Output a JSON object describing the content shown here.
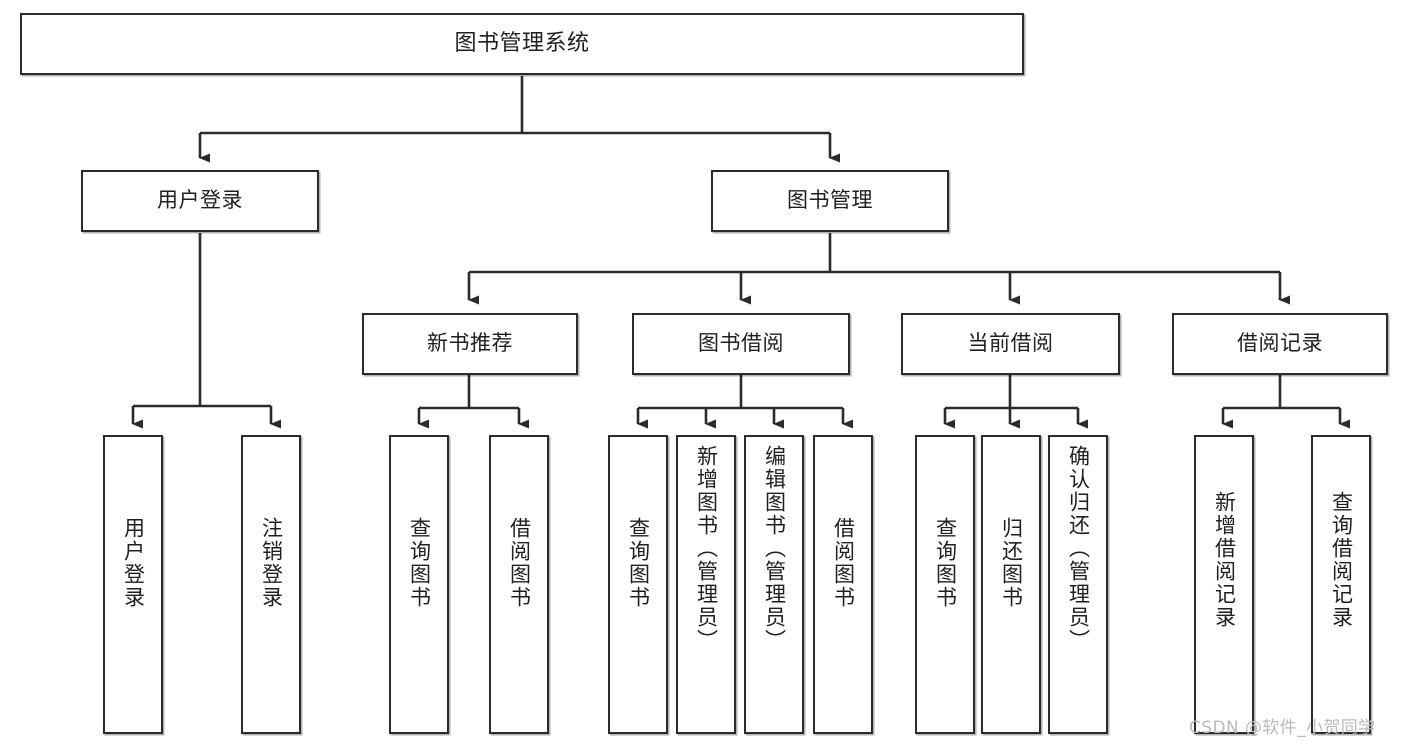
{
  "diagram": {
    "title": "图书管理系统",
    "watermark": "CSDN @软件_小贺同学",
    "colors": {
      "box_border": "#2b2b2b",
      "box_fill": "#ffffff",
      "connector": "#2b2b2b",
      "text": "#1f1f1f",
      "watermark": "#b9b9b9"
    },
    "levels": {
      "root": {
        "label": "图书管理系统"
      },
      "level2": [
        {
          "label": "用户登录"
        },
        {
          "label": "图书管理"
        }
      ],
      "level3": [
        {
          "label": "新书推荐"
        },
        {
          "label": "图书借阅"
        },
        {
          "label": "当前借阅"
        },
        {
          "label": "借阅记录"
        }
      ],
      "leaves": {
        "user_login": [
          {
            "label": "用户登录"
          },
          {
            "label": "注销登录"
          }
        ],
        "new_book_recommend": [
          {
            "label": "查询图书"
          },
          {
            "label": "借阅图书"
          }
        ],
        "book_borrow": [
          {
            "label": "查询图书"
          },
          {
            "label": "新增图书（管理员）"
          },
          {
            "label": "编辑图书（管理员）"
          },
          {
            "label": "借阅图书"
          }
        ],
        "current_borrow": [
          {
            "label": "查询图书"
          },
          {
            "label": "归还图书"
          },
          {
            "label": "确认归还（管理员）"
          }
        ],
        "borrow_record": [
          {
            "label": "新增借阅记录"
          },
          {
            "label": "查询借阅记录"
          }
        ]
      }
    }
  }
}
